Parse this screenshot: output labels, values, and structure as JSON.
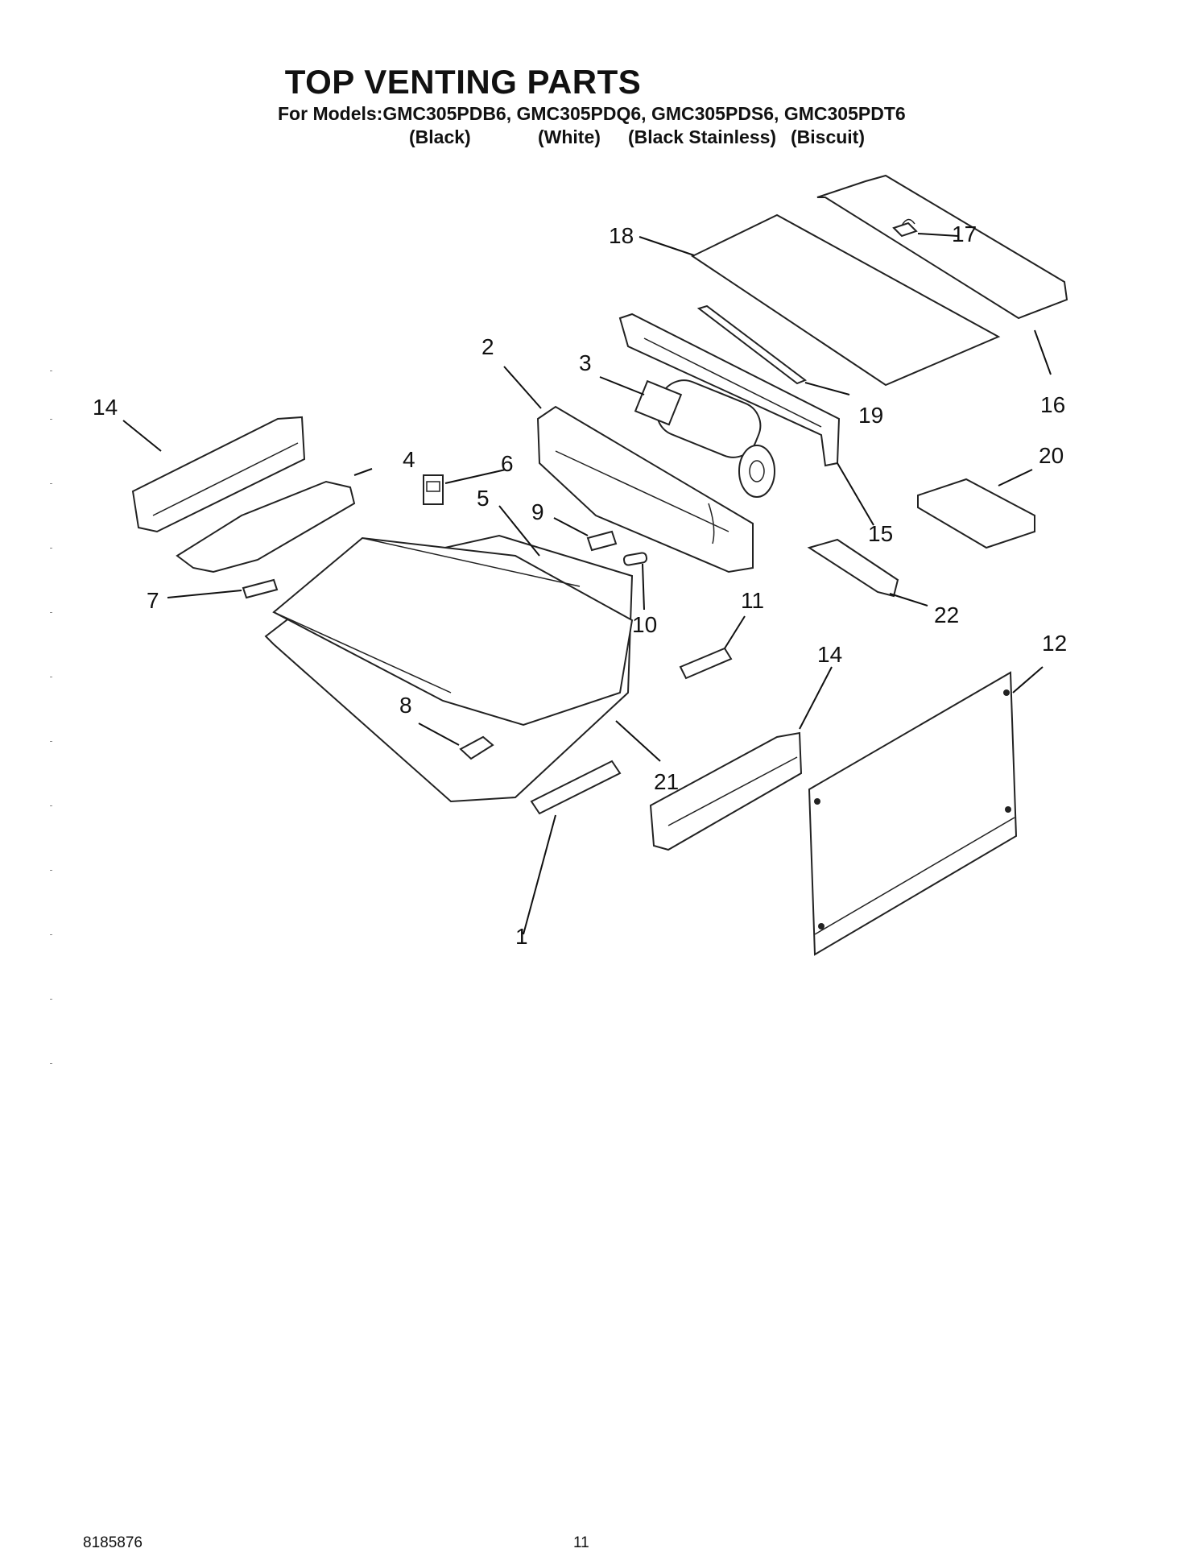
{
  "header": {
    "title": "TOP VENTING PARTS",
    "models_line": "For Models:GMC305PDB6, GMC305PDQ6, GMC305PDS6, GMC305PDT6",
    "colors": [
      "(Black)",
      "(White)",
      "(Black Stainless)",
      "(Biscuit)"
    ]
  },
  "callouts": [
    "1",
    "2",
    "3",
    "4",
    "5",
    "6",
    "7",
    "8",
    "9",
    "10",
    "11",
    "12",
    "14",
    "14",
    "15",
    "16",
    "17",
    "18",
    "19",
    "20",
    "21",
    "22"
  ],
  "footer": {
    "doc_number": "8185876",
    "page_number": "11"
  }
}
